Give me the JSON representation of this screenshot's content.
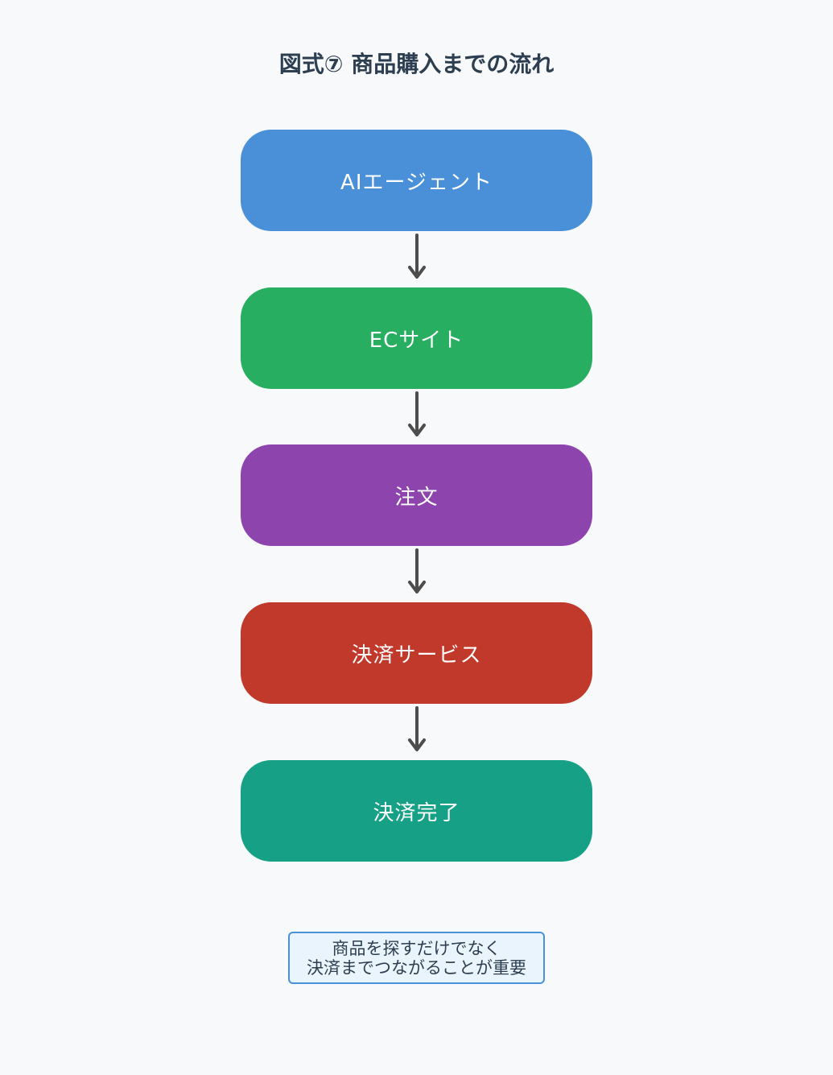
{
  "title": "図式⑦ 商品購入までの流れ",
  "steps": [
    {
      "label": "AIエージェント",
      "color": "#4a90d9"
    },
    {
      "label": "ECサイト",
      "color": "#27ae60"
    },
    {
      "label": "注文",
      "color": "#8e44ad"
    },
    {
      "label": "決済サービス",
      "color": "#c0392b"
    },
    {
      "label": "決済完了",
      "color": "#16a085"
    }
  ],
  "arrow_color": "#4d4d4d",
  "note": {
    "line1": "商品を探すだけでなく",
    "line2": "決済までつながることが重要"
  }
}
